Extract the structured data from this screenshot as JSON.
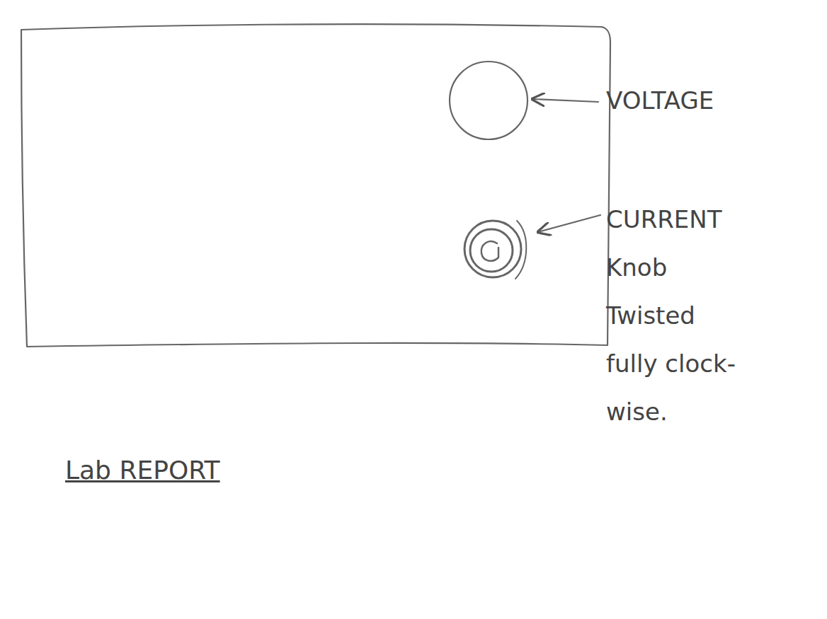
{
  "diagram": {
    "labels": [
      "VOLTAGE",
      "CURRENT Knob Twisted fully clock-wise.",
      "Lab REPORT"
    ]
  }
}
